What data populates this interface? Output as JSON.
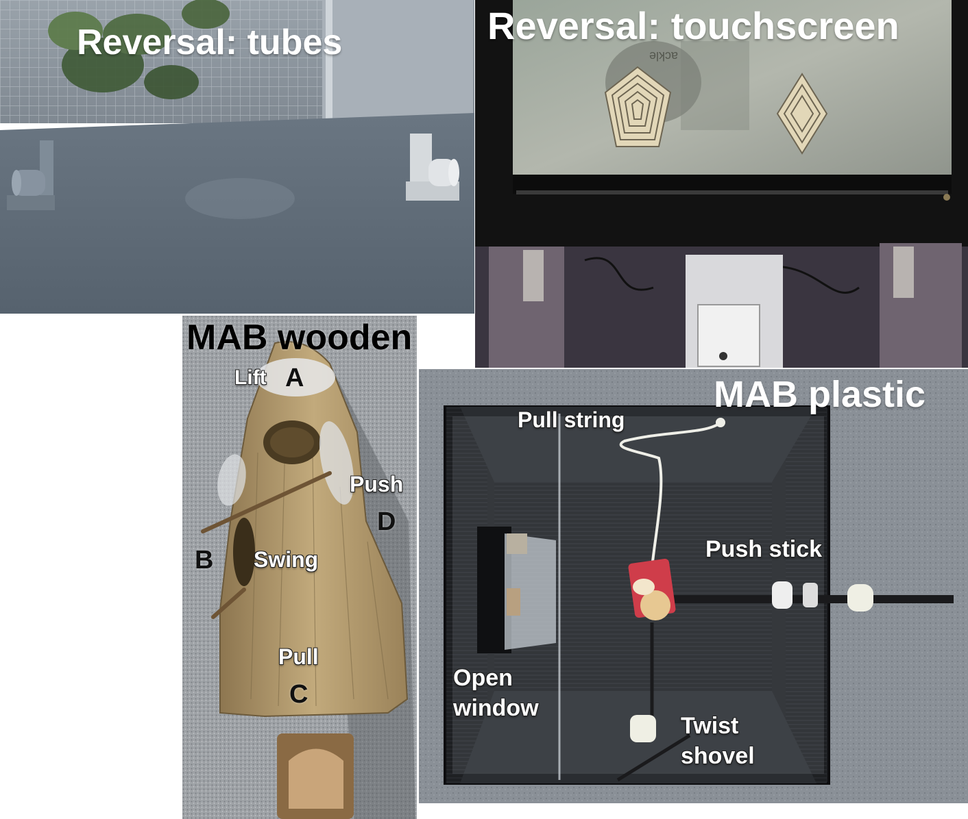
{
  "panels": {
    "tubes": {
      "title": "Reversal: tubes"
    },
    "touchscreen": {
      "title": "Reversal: touchscreen",
      "screen_reflection_text": "ackle"
    },
    "mab_wooden": {
      "title": "MAB wooden",
      "labels": {
        "lift": "Lift",
        "push": "Push",
        "swing": "Swing",
        "pull": "Pull"
      },
      "letters": {
        "a": "A",
        "b": "B",
        "c": "C",
        "d": "D"
      }
    },
    "mab_plastic": {
      "title": "MAB plastic",
      "labels": {
        "pull_string": "Pull string",
        "push_stick": "Push stick",
        "open_window_line1": "Open",
        "open_window_line2": "window",
        "twist_shovel_line1": "Twist",
        "twist_shovel_line2": "shovel"
      }
    }
  },
  "colors": {
    "background": "#ffffff",
    "label_text": "#ffffff",
    "letter_text": "#111111",
    "tubes_floor": "#5e6b77",
    "touchscreen_frame": "#121212",
    "wood": "#b39a6c",
    "plastic_box": "#1b1d20",
    "plastic_floor": "#8a8f96"
  }
}
